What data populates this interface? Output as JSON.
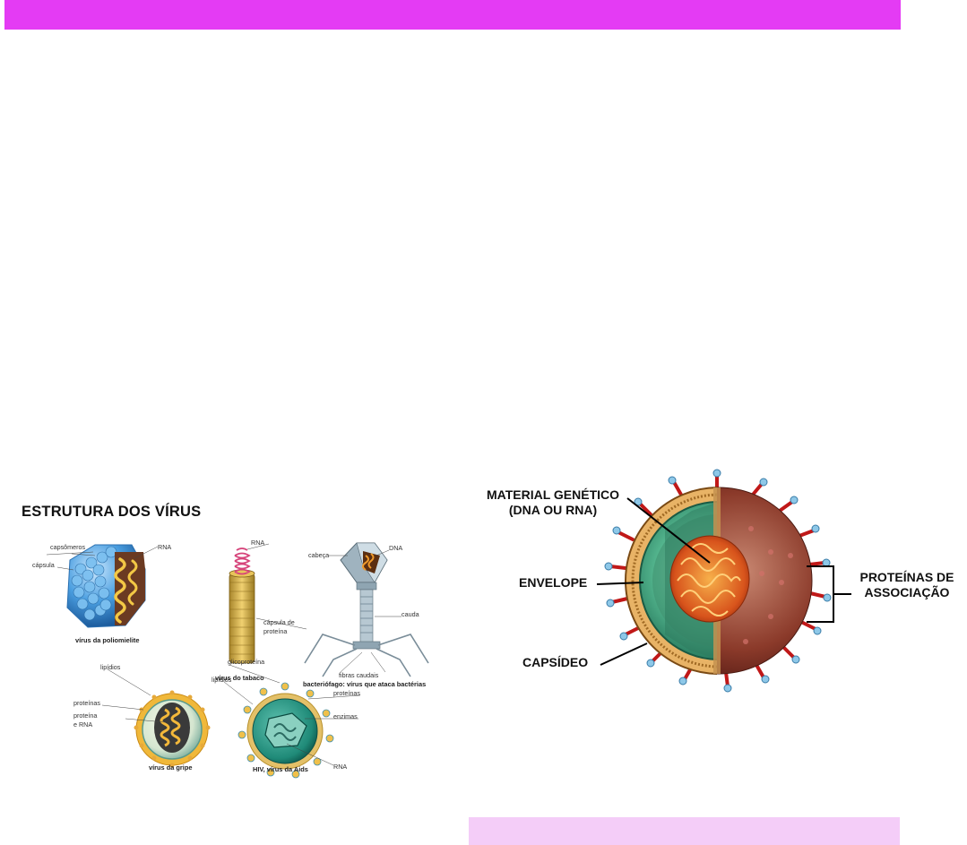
{
  "header": {
    "color": "#e43bf4"
  },
  "footer": {
    "color": "#f4cdf8"
  },
  "left_figure": {
    "title": "ESTRUTURA DOS VÍRUS",
    "polio": {
      "labels": {
        "capsomeros": "capsômeros",
        "capsula": "cápsula",
        "rna": "RNA"
      },
      "caption": "vírus da poliomielite"
    },
    "tobacco": {
      "labels": {
        "rna": "RNA",
        "capsula_line1": "cápsula de",
        "capsula_line2": "proteína"
      },
      "caption": "vírus do tabaco"
    },
    "phage": {
      "labels": {
        "cabeca": "cabeça",
        "dna": "DNA",
        "cauda": "cauda",
        "fibras": "fibras caudais"
      },
      "caption": "bacteriófago: vírus que ataca bactérias"
    },
    "flu": {
      "labels": {
        "lipidios": "lipídios",
        "proteinas": "proteínas",
        "proteina_line1": "proteína",
        "proteina_line2": "e RNA"
      },
      "caption": "vírus da gripe"
    },
    "hiv": {
      "labels": {
        "glicoproteina": "glicoproteína",
        "lipidios": "lipídios",
        "proteinas": "proteínas",
        "enzimas": "enzimas",
        "rna": "RNA"
      },
      "caption": "HIV, vírus da Aids"
    }
  },
  "right_figure": {
    "material_line1": "MATERIAL GENÉTICO",
    "material_line2": "(DNA OU RNA)",
    "envelope": "ENVELOPE",
    "capsideo": "CAPSÍDEO",
    "proteinas_line1": "PROTEÍNAS DE",
    "proteinas_line2": "ASSOCIAÇÃO"
  }
}
